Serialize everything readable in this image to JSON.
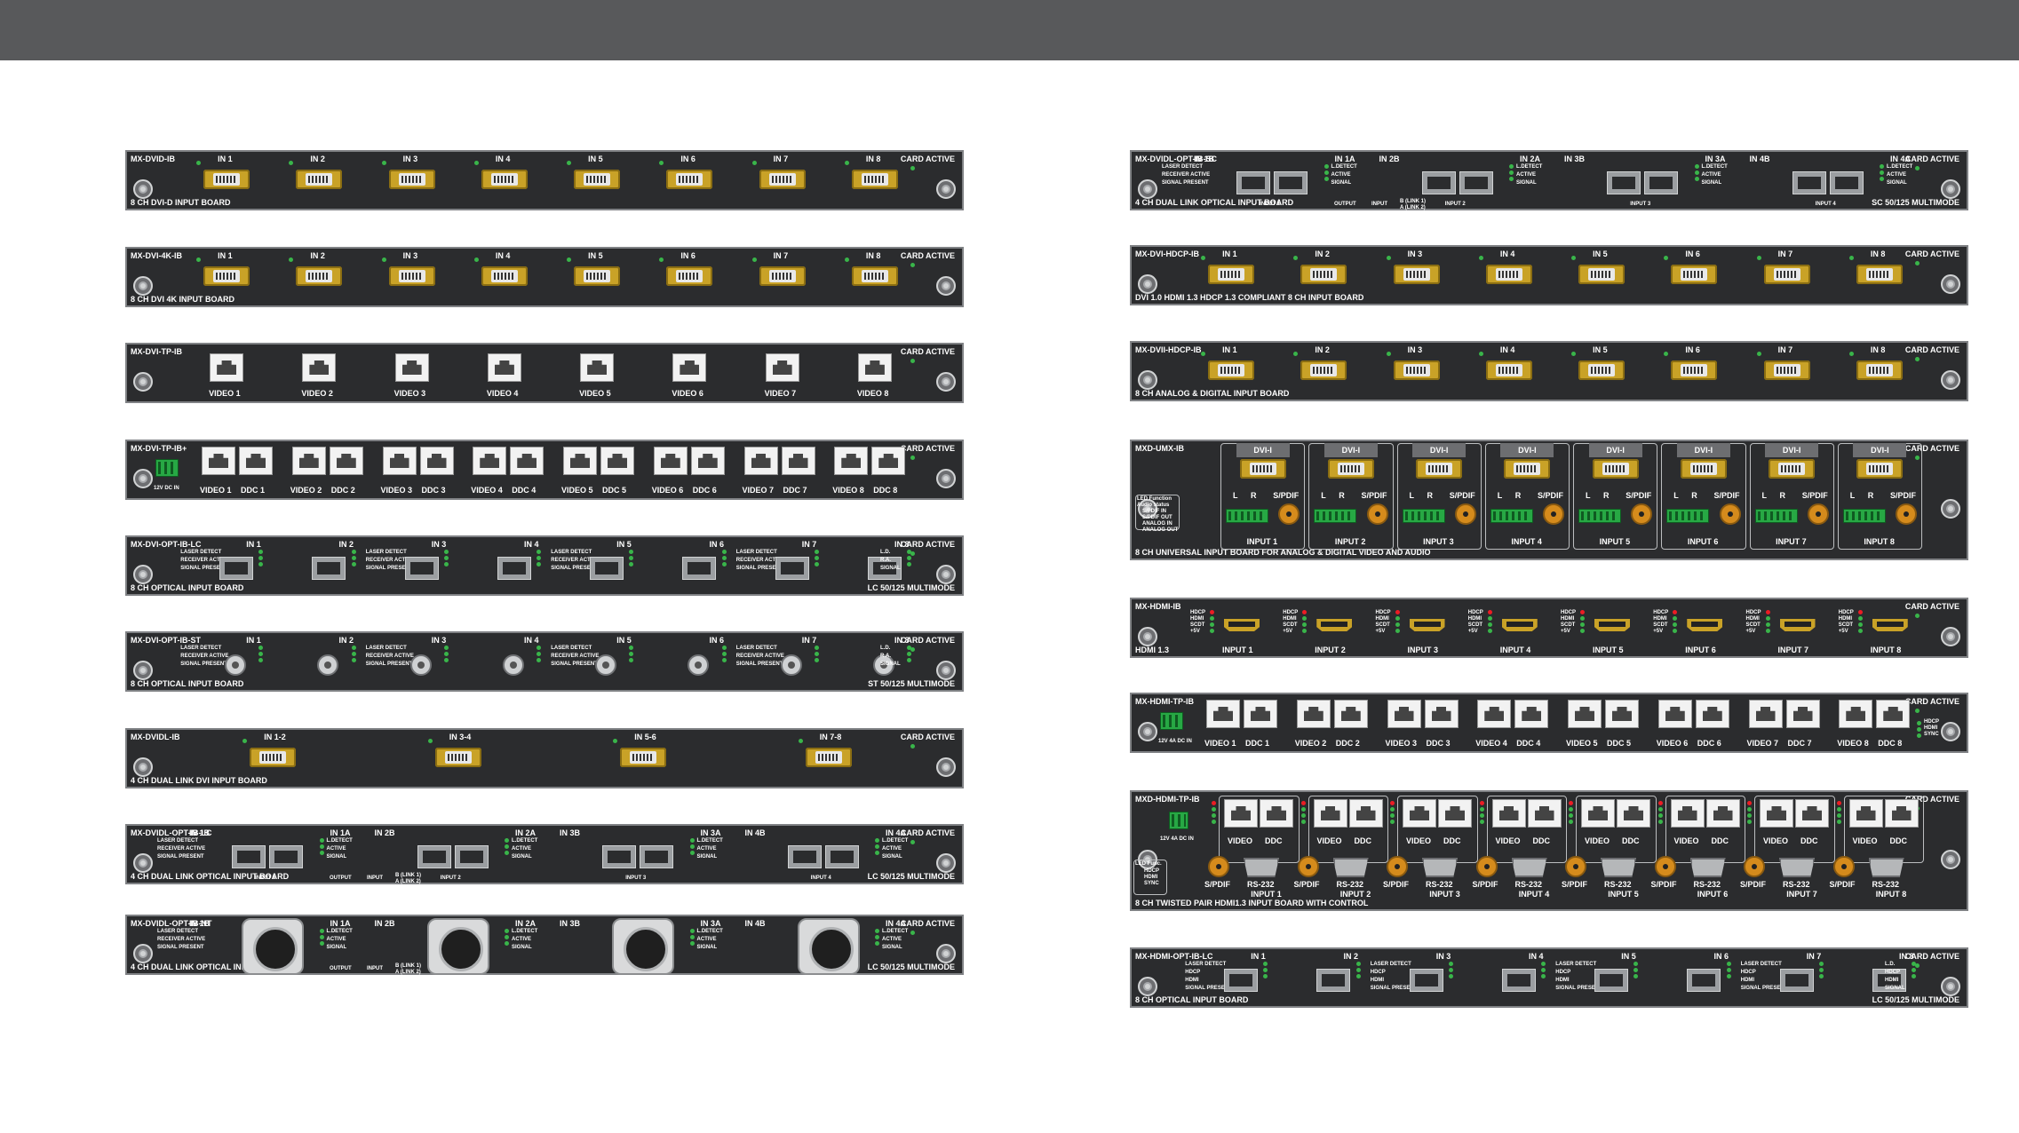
{
  "left_cards": [
    {
      "model": "MX-DVID-IB",
      "desc": "8 CH DVI-D INPUT BOARD",
      "kind": "dvi",
      "ports": [
        "IN 1",
        "IN 2",
        "IN 3",
        "IN 4",
        "IN 5",
        "IN 6",
        "IN 7",
        "IN 8"
      ],
      "status": "CARD ACTIVE"
    },
    {
      "model": "MX-DVI-4K-IB",
      "desc": "8 CH DVI 4K INPUT BOARD",
      "kind": "dvi",
      "ports": [
        "IN 1",
        "IN 2",
        "IN 3",
        "IN 4",
        "IN 5",
        "IN 6",
        "IN 7",
        "IN 8"
      ],
      "status": "CARD ACTIVE"
    },
    {
      "model": "MX-DVI-TP-IB",
      "desc": "",
      "kind": "rj",
      "ports": [
        "VIDEO 1",
        "VIDEO 2",
        "VIDEO 3",
        "VIDEO 4",
        "VIDEO 5",
        "VIDEO 6",
        "VIDEO 7",
        "VIDEO 8"
      ],
      "status": "CARD ACTIVE"
    },
    {
      "model": "MX-DVI-TP-IB+",
      "desc": "",
      "kind": "rj2",
      "power": "12V DC IN",
      "ports": [
        "VIDEO 1",
        "DDC 1",
        "VIDEO 2",
        "DDC 2",
        "VIDEO 3",
        "DDC 3",
        "VIDEO 4",
        "DDC 4",
        "VIDEO 5",
        "DDC 5",
        "VIDEO 6",
        "DDC 6",
        "VIDEO 7",
        "DDC 7",
        "VIDEO 8",
        "DDC 8"
      ],
      "status": "CARD ACTIVE"
    },
    {
      "model": "MX-DVI-OPT-IB-LC",
      "desc": "8 CH OPTICAL INPUT BOARD",
      "kind": "lc",
      "ports": [
        "IN 1",
        "IN 2",
        "IN 3",
        "IN 4",
        "IN 5",
        "IN 6",
        "IN 7",
        "IN 8"
      ],
      "status": "CARD ACTIVE",
      "mode": "LC 50/125 MULTIMODE",
      "legend": [
        "LASER DETECT",
        "RECEIVER ACTIVE",
        "SIGNAL PRESENT"
      ],
      "legend_short": [
        "L.D.",
        "R.A.",
        "SIGNAL"
      ]
    },
    {
      "model": "MX-DVI-OPT-IB-ST",
      "desc": "8 CH OPTICAL INPUT BOARD",
      "kind": "st",
      "ports": [
        "IN 1",
        "IN 2",
        "IN 3",
        "IN 4",
        "IN 5",
        "IN 6",
        "IN 7",
        "IN 8"
      ],
      "status": "CARD ACTIVE",
      "mode": "ST 50/125 MULTIMODE",
      "legend": [
        "LASER DETECT",
        "RECEIVER ACTIVE",
        "SIGNAL PRESENT"
      ],
      "legend_short": [
        "L.D.",
        "R.A.",
        "SIGNAL"
      ]
    },
    {
      "model": "MX-DVIDL-IB",
      "desc": "4 CH DUAL LINK DVI INPUT BOARD",
      "kind": "dvidl",
      "ports": [
        "IN 1-2",
        "IN 3-4",
        "IN 5-6",
        "IN 7-8"
      ],
      "status": "CARD ACTIVE"
    },
    {
      "model": "MX-DVIDL-OPT-IB-LC",
      "desc": "4 CH DUAL LINK OPTICAL INPUT BOARD",
      "kind": "dl-lc",
      "ports": [
        "IN 1B",
        "IN 1A",
        "IN 2B",
        "IN 2A",
        "IN 3B",
        "IN 3A",
        "IN 4B",
        "IN 4A"
      ],
      "inputs": [
        "INPUT 1",
        "INPUT 2",
        "INPUT 3",
        "INPUT 4"
      ],
      "status": "CARD ACTIVE",
      "mode": "LC 50/125 MULTIMODE",
      "legend": [
        "LASER DETECT",
        "RECEIVER ACTIVE",
        "SIGNAL PRESENT"
      ],
      "legend2": [
        "L.DETECT",
        "ACTIVE",
        "SIGNAL"
      ],
      "legend_short": [
        "L.D.",
        "ACTIVE",
        "SIGNAL"
      ],
      "link": {
        "out": "OUTPUT",
        "in": "INPUT",
        "b": "B (LINK 1)",
        "a": "A (LINK 2)"
      }
    },
    {
      "model": "MX-DVIDL-OPT-IB-NT",
      "desc": "4 CH DUAL LINK OPTICAL INPUT BOARD",
      "kind": "dl-nt",
      "ports": [
        "IN 1B",
        "IN 1A",
        "IN 2B",
        "IN 2A",
        "IN 3B",
        "IN 3A",
        "IN 4B",
        "IN 4A"
      ],
      "status": "CARD ACTIVE",
      "mode": "LC 50/125 MULTIMODE",
      "legend": [
        "LASER DETECT",
        "RECEIVER ACTIVE",
        "SIGNAL PRESENT"
      ],
      "legend2": [
        "L.DETECT",
        "ACTIVE",
        "SIGNAL"
      ],
      "legend_short": [
        "L.D.",
        "ACTIVE",
        "SIGNAL"
      ],
      "link": {
        "out": "OUTPUT",
        "in": "INPUT",
        "b": "B (LINK 1)",
        "a": "A (LINK 2)"
      }
    }
  ],
  "right_cards": [
    {
      "model": "MX-DVIDL-OPT-IB-SC",
      "desc": "4 CH DUAL LINK OPTICAL INPUT BOARD",
      "kind": "dl-lc",
      "ports": [
        "IN 1B",
        "IN 1A",
        "IN 2B",
        "IN 2A",
        "IN 3B",
        "IN 3A",
        "IN 4B",
        "IN 4A"
      ],
      "inputs": [
        "INPUT 1",
        "INPUT 2",
        "INPUT 3",
        "INPUT 4"
      ],
      "status": "CARD ACTIVE",
      "mode": "SC 50/125 MULTIMODE",
      "legend": [
        "LASER DETECT",
        "RECEIVER ACTIVE",
        "SIGNAL PRESENT"
      ],
      "legend2": [
        "L.DETECT",
        "ACTIVE",
        "SIGNAL"
      ],
      "legend_short": [
        "L.D.",
        "ACTIVE",
        "SIGNAL"
      ],
      "link": {
        "out": "OUTPUT",
        "in": "INPUT",
        "b": "B (LINK 1)",
        "a": "A (LINK 2)"
      }
    },
    {
      "model": "MX-DVI-HDCP-IB",
      "desc": "DVI 1.0 HDMI 1.3 HDCP 1.3 COMPLIANT 8 CH INPUT BOARD",
      "kind": "dvi",
      "ports": [
        "IN 1",
        "IN 2",
        "IN 3",
        "IN 4",
        "IN 5",
        "IN 6",
        "IN 7",
        "IN 8"
      ],
      "status": "CARD ACTIVE"
    },
    {
      "model": "MX-DVII-HDCP-IB",
      "desc": "8 CH ANALOG & DIGITAL INPUT BOARD",
      "kind": "dvi",
      "ports": [
        "IN 1",
        "IN 2",
        "IN 3",
        "IN 4",
        "IN 5",
        "IN 6",
        "IN 7",
        "IN 8"
      ],
      "status": "CARD ACTIVE"
    },
    {
      "model": "MXD-UMX-IB",
      "desc": "8 CH UNIVERSAL INPUT BOARD FOR ANALOG & DIGITAL VIDEO AND AUDIO",
      "kind": "umx",
      "ports": [
        "INPUT 1",
        "INPUT 2",
        "INPUT 3",
        "INPUT 4",
        "INPUT 5",
        "INPUT 6",
        "INPUT 7",
        "INPUT 8"
      ],
      "head": "DVI-I",
      "l": "L",
      "r": "R",
      "spdif": "S/PDIF",
      "status": "CARD ACTIVE",
      "led_title": [
        "LED Function",
        "Audio status"
      ],
      "led_items": [
        "S/PDIF IN",
        "S/PDIF OUT",
        "ANALOG IN",
        "ANALOG OUT"
      ]
    },
    {
      "model": "MX-HDMI-IB",
      "desc": "HDMI 1.3",
      "kind": "hdmi",
      "ports": [
        "INPUT 1",
        "INPUT 2",
        "INPUT 3",
        "INPUT 4",
        "INPUT 5",
        "INPUT 6",
        "INPUT 7",
        "INPUT 8"
      ],
      "status": "CARD ACTIVE",
      "leds": [
        "HDCP",
        "HDMI",
        "SCDT",
        "+5V"
      ]
    },
    {
      "model": "MX-HDMI-TP-IB",
      "desc": "",
      "kind": "rj2",
      "power": "12V 4A DC IN",
      "ports": [
        "VIDEO 1",
        "DDC 1",
        "VIDEO 2",
        "DDC 2",
        "VIDEO 3",
        "DDC 3",
        "VIDEO 4",
        "DDC 4",
        "VIDEO 5",
        "DDC 5",
        "VIDEO 6",
        "DDC 6",
        "VIDEO 7",
        "DDC 7",
        "VIDEO 8",
        "DDC 8"
      ],
      "status": "CARD ACTIVE",
      "leds": [
        "HDCP",
        "HDMI",
        "SYNC"
      ]
    },
    {
      "model": "MXD-HDMI-TP-IB",
      "desc": "8 CH TWISTED PAIR HDMI1.3 INPUT BOARD WITH CONTROL",
      "kind": "hdtp",
      "power": "12V 4A DC IN",
      "ports": [
        "INPUT 1",
        "INPUT 2",
        "INPUT 3",
        "INPUT 4",
        "INPUT 5",
        "INPUT 6",
        "INPUT 7",
        "INPUT 8"
      ],
      "video": "VIDEO",
      "ddc": "DDC",
      "spdif": "S/PDIF",
      "rs": "RS-232",
      "status": "CARD ACTIVE",
      "led_title": [
        "LED Func."
      ],
      "led_items": [
        "HDCP",
        "HDMI",
        "SYNC"
      ]
    },
    {
      "model": "MX-HDMI-OPT-IB-LC",
      "desc": "8 CH OPTICAL INPUT BOARD",
      "kind": "lc",
      "ports": [
        "IN 1",
        "IN 2",
        "IN 3",
        "IN 4",
        "IN 5",
        "IN 6",
        "IN 7",
        "IN 8"
      ],
      "status": "CARD ACTIVE",
      "mode": "LC 50/125 MULTIMODE",
      "legend": [
        "LASER DETECT",
        "HDCP",
        "HDMI",
        "SIGNAL PRESENT"
      ],
      "legend_short": [
        "L.D.",
        "HDCP",
        "HDMI",
        "SIGNAL"
      ]
    }
  ]
}
